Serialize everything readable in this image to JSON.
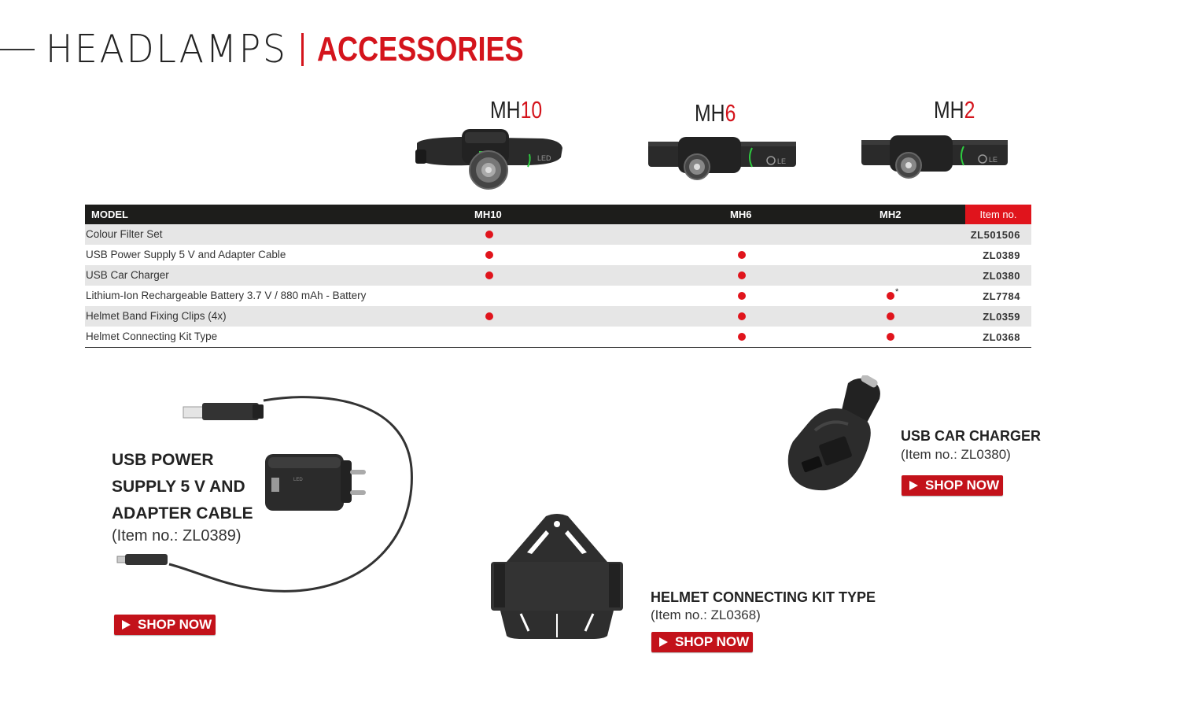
{
  "header": {
    "main": "HEADLAMPS",
    "sub": "ACCESSORIES"
  },
  "products": [
    {
      "prefix": "MH",
      "number": "10"
    },
    {
      "prefix": "MH",
      "number": "6"
    },
    {
      "prefix": "MH",
      "number": "2"
    }
  ],
  "table": {
    "headers": {
      "model": "MODEL",
      "mh10": "MH10",
      "mh6": "MH6",
      "mh2": "MH2",
      "item": "Item no."
    },
    "rows": [
      {
        "name": "Colour Filter Set",
        "code": "ZL501506"
      },
      {
        "name": "USB Power Supply 5 V and Adapter Cable",
        "code": "ZL0389"
      },
      {
        "name": "USB Car Charger",
        "code": "ZL0380"
      },
      {
        "name": "Lithium-Ion Rechargeable Battery 3.7 V / 880 mAh - Battery",
        "code": "ZL7784",
        "footnote": "*"
      },
      {
        "name": "Helmet Band Fixing Clips (4x)",
        "code": "ZL0359"
      },
      {
        "name": "Helmet Connecting Kit Type",
        "code": "ZL0368"
      }
    ]
  },
  "accessories": {
    "usb_power": {
      "line1": "USB POWER",
      "line2": "SUPPLY 5 V AND",
      "line3": "ADAPTER CABLE",
      "item": "(Item no.: ZL0389)",
      "button": "SHOP NOW"
    },
    "car_charger": {
      "title": "USB CAR CHARGER",
      "item": "(Item no.: ZL0380)",
      "button": "SHOP NOW"
    },
    "helmet_kit": {
      "title": "HELMET CONNECTING KIT TYPE",
      "item": "(Item no.: ZL0368)",
      "button": "SHOP NOW"
    }
  },
  "colors": {
    "accent": "#d4141c",
    "header_bar": "#1d1d1b",
    "row_alt": "#e6e6e6"
  }
}
